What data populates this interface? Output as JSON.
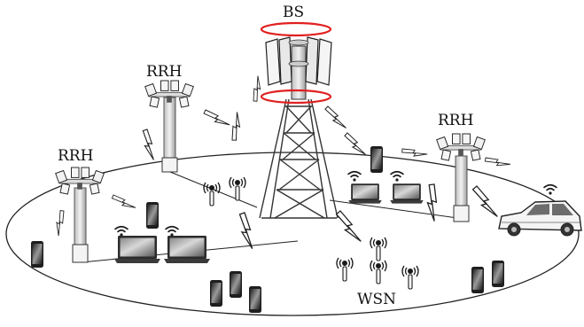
{
  "labels": {
    "bs": "BS",
    "rrh_left": "RRH",
    "rrh_center": "RRH",
    "rrh_right": "RRH",
    "wsn": "WSN"
  },
  "colors": {
    "ring": "#e02020",
    "line": "#222222",
    "device": "#333333",
    "screen_dark": "#2a2a2a",
    "screen_light": "#cfcfcf"
  },
  "icons": {
    "base_station": "bs-tower-icon",
    "rrh": "rrh-antenna-icon",
    "smartphone": "smartphone-icon",
    "laptop": "laptop-icon",
    "sensor": "sensor-node-icon",
    "car": "car-icon",
    "wifi": "wifi-icon",
    "lightning": "wireless-link-icon"
  }
}
